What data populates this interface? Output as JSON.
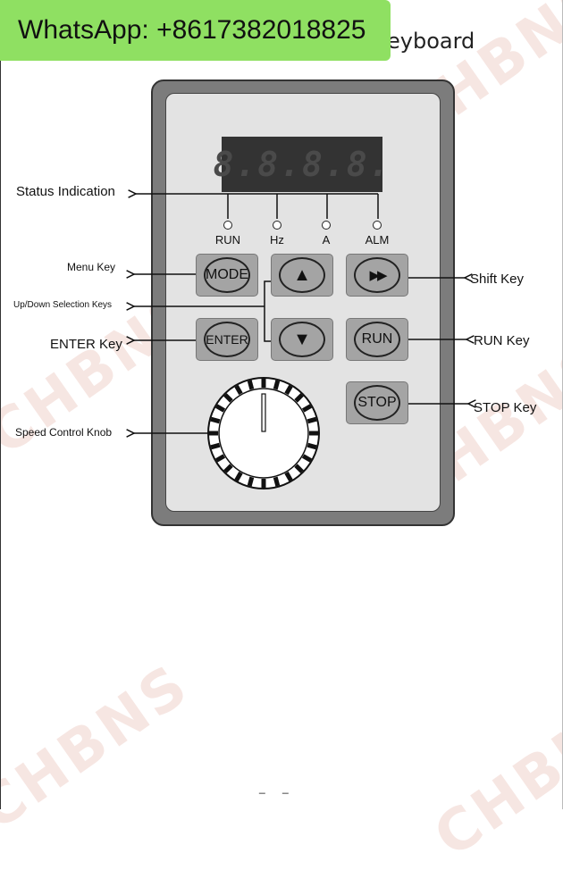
{
  "banner": {
    "text": "WhatsApp: +8617382018825"
  },
  "page": {
    "title_fragment": "eyboard",
    "footer": [
      "_",
      "_"
    ]
  },
  "watermark": {
    "text": "CHBNS"
  },
  "display": {
    "digits": "8.8.8.8."
  },
  "indicators": [
    {
      "label": "RUN"
    },
    {
      "label": "Hz"
    },
    {
      "label": "A"
    },
    {
      "label": "ALM"
    }
  ],
  "keys": {
    "mode": "MODE",
    "up": "▲",
    "shift": "▶▶",
    "enter": "ENTER",
    "down": "▼",
    "run": "RUN",
    "stop": "STOP"
  },
  "callouts": {
    "status_indication": "Status Indication",
    "menu_key": "Menu Key",
    "up_down_keys": "Up/Down Selection Keys",
    "enter_key": "ENTER Key",
    "speed_knob": "Speed Control Knob",
    "shift_key": "Shift Key",
    "run_key": "RUN Key",
    "stop_key": "STOP Key"
  }
}
